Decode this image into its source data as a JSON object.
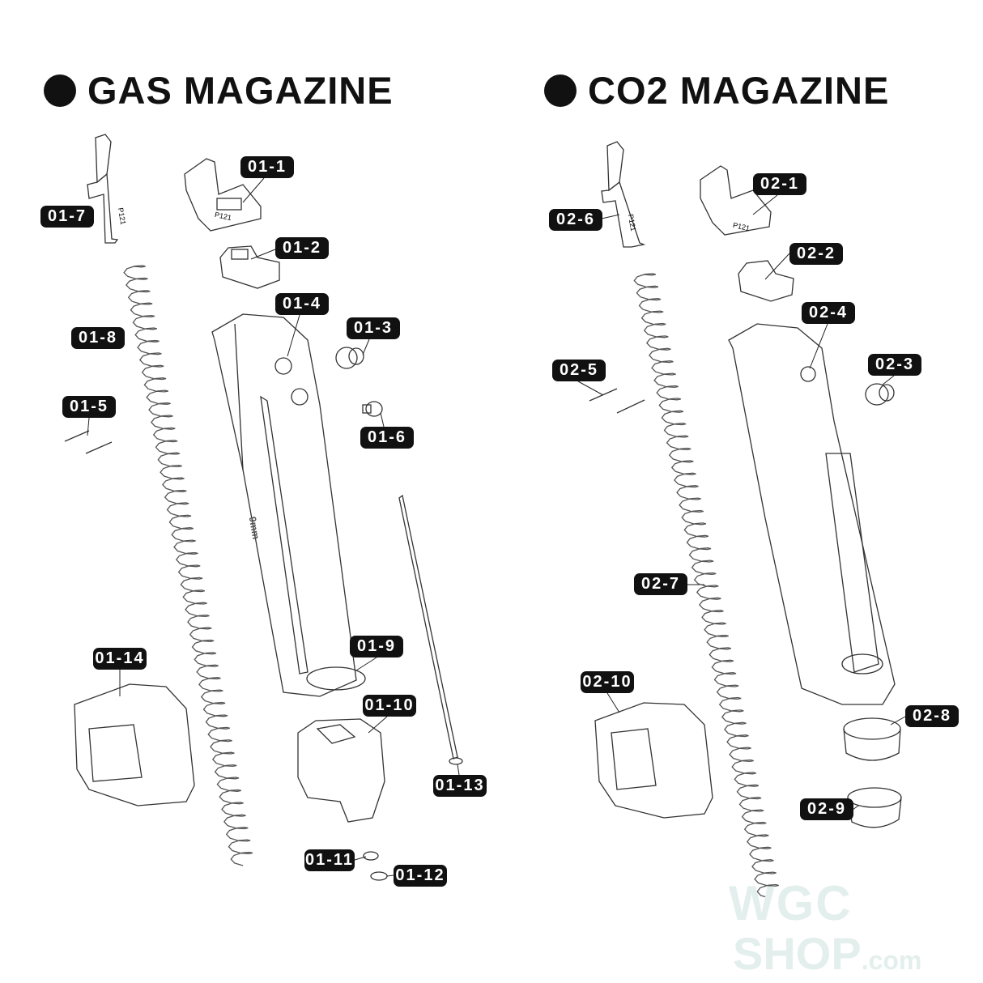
{
  "gas": {
    "title": "GAS MAGAZINE",
    "labels": [
      "01-1",
      "01-2",
      "01-3",
      "01-4",
      "01-5",
      "01-6",
      "01-7",
      "01-8",
      "01-9",
      "01-10",
      "01-11",
      "01-12",
      "01-13",
      "01-14"
    ]
  },
  "co2": {
    "title": "CO2 MAGAZINE",
    "labels": [
      "02-1",
      "02-2",
      "02-3",
      "02-4",
      "02-5",
      "02-6",
      "02-7",
      "02-8",
      "02-9",
      "02-10"
    ]
  },
  "part_marking": "P121",
  "mag_marking": "9mm",
  "watermark": {
    "line1": "WGC",
    "line2": "SHOP",
    "suffix": ".com",
    "color": "#e3efec"
  }
}
